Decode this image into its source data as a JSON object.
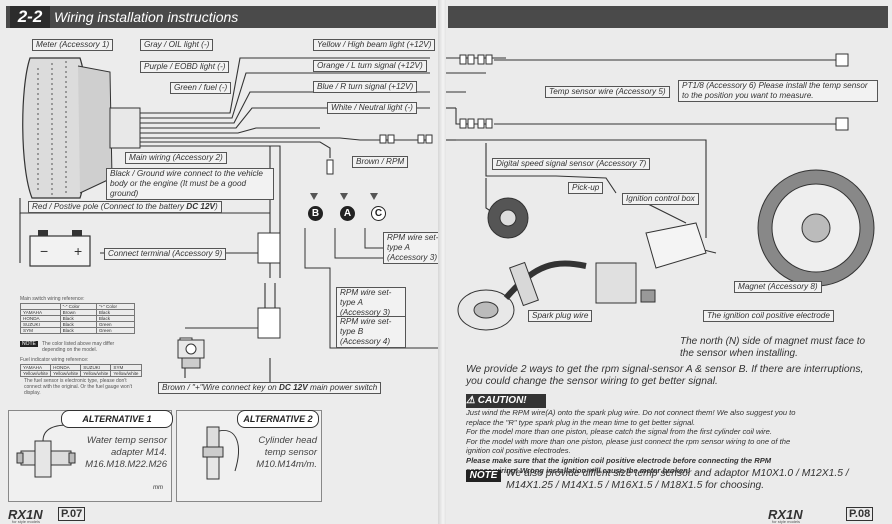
{
  "header": {
    "section_number": "2-2",
    "title": "Wiring installation instructions"
  },
  "labels": {
    "meter": "Meter (Accessory 1)",
    "gray_oil": "Gray / OIL light (-)",
    "purple_eobd": "Purple / EOBD light (-)",
    "green_fuel": "Green / fuel (-)",
    "yellow_high": "Yellow / High beam light (+12V)",
    "orange_l": "Orange / L turn signal (+12V)",
    "blue_r": "Blue / R turn signal (+12V)",
    "white_neutral": "White / Neutral light (-)",
    "main_wiring": "Main wiring (Accessory 2)",
    "brown_rpm": "Brown / RPM",
    "black_ground": "Black / Ground wire connect to the vehicle body or the engine (It must be a good ground)",
    "red_positive_prefix": "Red / Postive pole (Connect to the battery ",
    "red_positive_bold": "DC 12V",
    "red_positive_suffix": ")",
    "connect_terminal": "Connect terminal (Accessory 9)",
    "rpm_type_a": "RPM wire set-type A (Accessory 3)",
    "rpm_type_a_2": "RPM wire set-type A (Accessory 3)",
    "rpm_type_b": "RPM wire set-type B (Accessory 4)",
    "brown_key_prefix": "Brown / \"+\"Wire connect key on ",
    "brown_key_bold": "DC 12V",
    "brown_key_suffix": " main power switch",
    "temp_sensor_wire": "Temp sensor wire (Accessory 5)",
    "pt18": "PT1/8 (Accessory 6) Please install the temp sensor to the position you want to measure.",
    "digital_speed": "Digital speed signal sensor (Accessory 7)",
    "pickup": "Pick-up",
    "ignition_box": "Ignition control box",
    "magnet": "Magnet (Accessory 8)",
    "spark_plug_wire": "Spark plug wire",
    "ignition_coil": "The ignition coil positive electrode",
    "north_side": "The north (N) side of magnet must face to the sensor when installing."
  },
  "circles": [
    "B",
    "A",
    "C"
  ],
  "main_switch_table": {
    "title": "Main switch wiring reference:",
    "headers": [
      "",
      "\"-\" Color",
      "\"+\" Color"
    ],
    "rows": [
      [
        "YAMAHA",
        "Brown",
        "Black"
      ],
      [
        "HONDA",
        "Black",
        "Black"
      ],
      [
        "SUZUKI",
        "Black",
        "Green"
      ],
      [
        "SYM",
        "Black",
        "Green"
      ]
    ],
    "note_label": "NOTE",
    "note": "The color listed above may differ depending on the model."
  },
  "fuel_table": {
    "title": "Fuel indicator wiring reference:",
    "headers": [
      "YAMAHA",
      "HONDA",
      "SUZUKI",
      "SYM"
    ],
    "row": [
      "Yellow/white",
      "Yellow/white",
      "Yellow/white",
      "Yellow/white"
    ],
    "note": "The fuel sensor is electronic type, please don't connect with the original. Or the fuel gauge won't display."
  },
  "alternative_1": {
    "title": "ALTERNATIVE 1",
    "text": "Water temp sensor adapter M14. M16.M18.M22.M26",
    "unit": "mm"
  },
  "alternative_2": {
    "title": "ALTERNATIVE 2",
    "text": "Cylinder head temp sensor M10.M14m/m."
  },
  "we_provide": "We provide 2 ways to get the rpm signal-sensor A & sensor B. If there are interruptions, you could change the sensor wiring to get better signal.",
  "caution": {
    "title": "CAUTION!",
    "lines": [
      "Just wind the RPM wire(A) onto the spark plug wire. Do not connect them! We also suggest you to",
      "replace the \"R\" type spark plug in the mean time to get better signal.",
      "For the model more than one piston, please catch the signal from the first cylinder coil wire.",
      "For the model with more than one piston, please just connect the rpm sensor wiring to one of the",
      "ignition coil positive electrodes.",
      "Please make sure that the ignition coil positive electrode before connecting the RPM",
      "sensor wiring! Wrong installation will cause the meter broken!"
    ]
  },
  "note": {
    "label": "NOTE",
    "text": "We also provide diffent size temp sensor and adaptor M10X1.0 / M12X1.5 / M14X1.25 / M14X1.5 / M16X1.5 / M18X1.5 for choosing."
  },
  "footer": {
    "brand": "RX1N",
    "brand_sub": "for style models",
    "left_page": "P.07",
    "right_page": "P.08"
  },
  "colors": {
    "header_bg": "#4a4a4a",
    "text": "#333333"
  }
}
